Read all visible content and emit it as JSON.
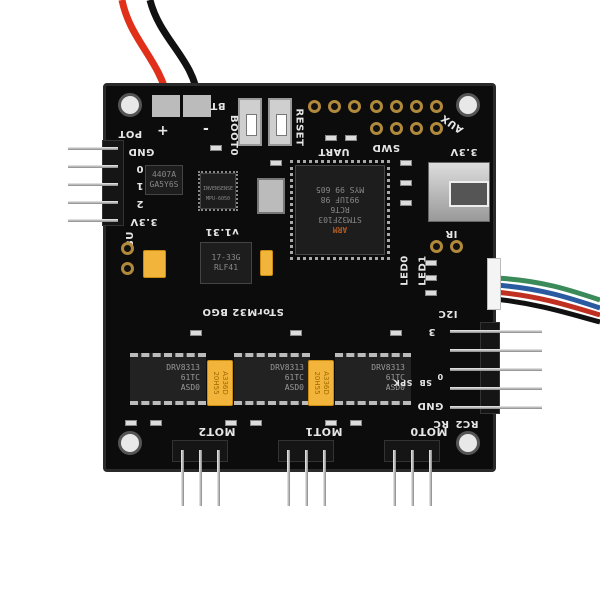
{
  "product": {
    "board_name": "STorM32 BGO",
    "version": "v1.31",
    "colors": {
      "pcb": "#0c0c0c",
      "silkscreen": "#e6e6e6",
      "gold_pad": "#b08a3a",
      "tantalum": "#f2b43a",
      "wire_red": "#e0301a",
      "wire_black": "#111111"
    }
  },
  "silkscreen": {
    "bt": "BT",
    "boot0": "BOOT0",
    "reset": "RESET",
    "uart": "UART",
    "swd": "SWD",
    "aux": "AUX",
    "v33_top": "3.3V",
    "plus": "+",
    "minus": "-",
    "pot": "POT",
    "gnd_left": "GND",
    "pin0": "0",
    "pin1": "1",
    "pin2": "2",
    "v33_left": "3.3V",
    "bu": "BU",
    "ir": "IR",
    "led0": "LED0",
    "led1": "LED1",
    "i2c": "I2C",
    "rc3": "3",
    "spk": "SPK",
    "sb": "SB",
    "rc0": "0",
    "gnd_right": "GND",
    "rc2": "RC2",
    "rc": "RC",
    "mot2": "MOT2",
    "mot1": "MOT1",
    "mot0": "MOT0"
  },
  "chips": {
    "mcu": [
      "ARM",
      "STM32F103",
      "RCT6",
      "991UF 98",
      "MYS 99 605"
    ],
    "mosfet": [
      "4407A",
      "GA5Y6S"
    ],
    "imu": [
      "INVENSENSE",
      "MPU-6050"
    ],
    "regulator": [
      "17-33G",
      "RLF41"
    ],
    "driver": [
      "DRV8313",
      "61TC",
      "ASD0"
    ],
    "tantalum": [
      "A336D",
      "20H55"
    ]
  }
}
